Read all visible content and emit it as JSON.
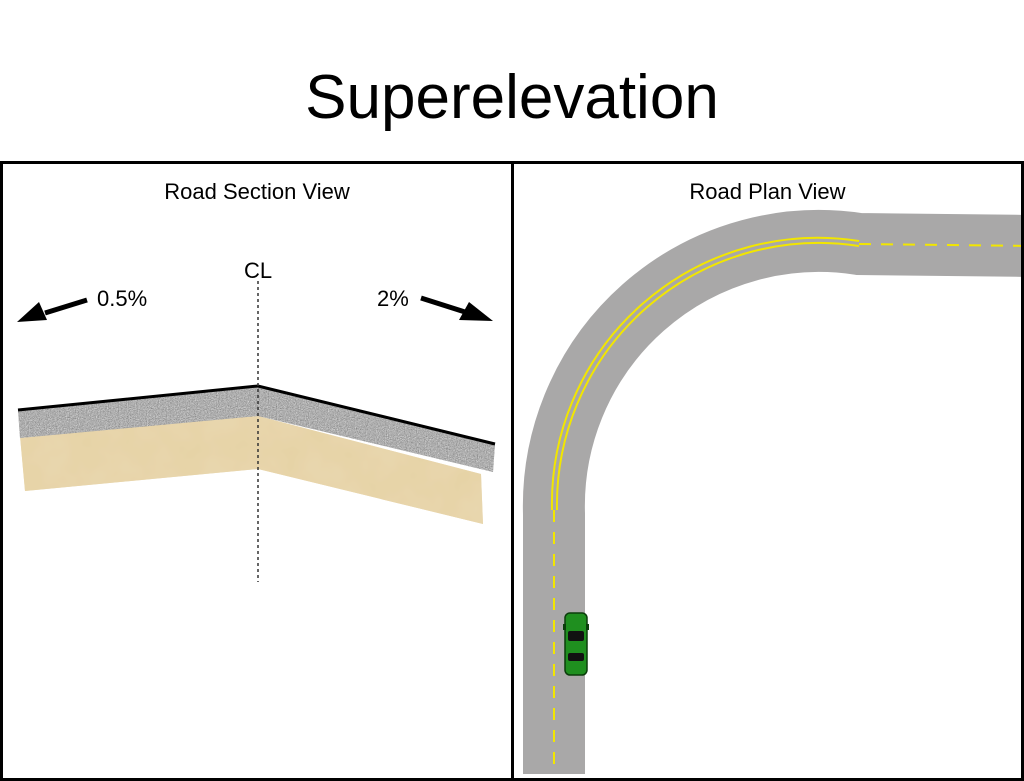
{
  "title": "Superelevation",
  "section_view": {
    "label": "Road Section View",
    "centerline_label": "CL",
    "left_slope": "0.5%",
    "right_slope": "2%"
  },
  "plan_view": {
    "label": "Road Plan View"
  },
  "colors": {
    "asphalt": "#a9a8a8",
    "center_line": "#f2e600",
    "car": "#1f8f1f",
    "subgrade": "#e6d2a4",
    "aggregate": "#9a9a9a"
  }
}
